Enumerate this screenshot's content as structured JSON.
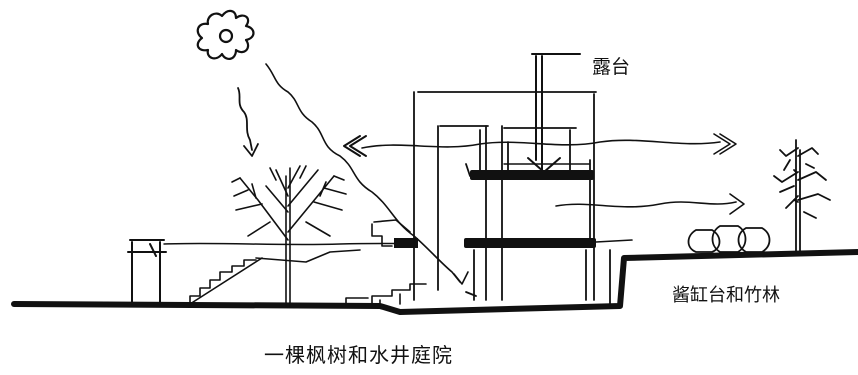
{
  "diagram": {
    "labels": {
      "roof_terrace": "露台",
      "jar_terrace_bamboo": "酱缸台和竹林",
      "courtyard": "一棵枫树和水井庭院"
    },
    "colors": {
      "ink": "#111111",
      "paper": "#ffffff"
    },
    "icons": [
      "sun-icon",
      "maple-tree-icon",
      "bamboo-icon",
      "jar-icon",
      "wind-arrow-icon",
      "sunlight-arrow-icon"
    ]
  }
}
